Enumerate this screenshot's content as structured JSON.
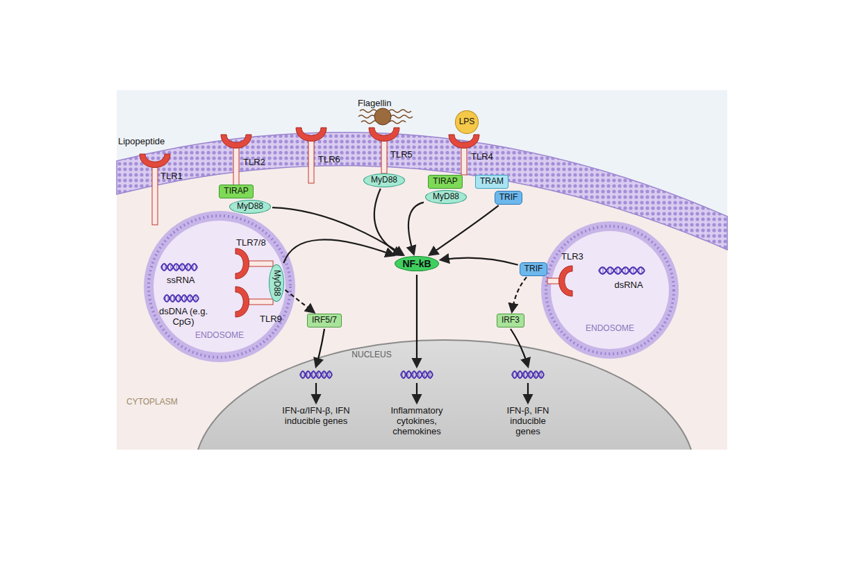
{
  "diagram": {
    "nodes": [
      {
        "text": [
          "LPS"
        ]
      },
      {
        "text": [
          "TIRAP"
        ]
      },
      {
        "text": [
          "MyD88"
        ]
      },
      {
        "text": [
          "MyD88"
        ]
      },
      {
        "text": [
          "TIRAP"
        ]
      },
      {
        "text": [
          "MyD88"
        ]
      },
      {
        "text": [
          "TRAM"
        ]
      },
      {
        "text": [
          "TRIF"
        ]
      },
      {
        "text": [
          "MyD88"
        ]
      },
      {
        "text": [
          "NF-kB"
        ]
      },
      {
        "text": [
          "TRIF"
        ]
      },
      {
        "text": [
          "IRF5/7"
        ]
      },
      {
        "text": [
          "IRF3"
        ]
      }
    ],
    "edges": [
      {
        "from": 2,
        "to": 9,
        "arrow": "to"
      },
      {
        "from": 3,
        "to": 9,
        "arrow": "to"
      },
      {
        "from": 5,
        "to": 9,
        "arrow": "to"
      },
      {
        "from": 7,
        "to": 9,
        "arrow": "to"
      },
      {
        "from": 8,
        "to": 9,
        "arrow": "to"
      },
      {
        "from": 8,
        "to": 11,
        "arrow": "to"
      },
      {
        "from": 10,
        "to": 9,
        "arrow": "to"
      },
      {
        "from": 10,
        "to": 12,
        "arrow": "to"
      }
    ],
    "labels": [
      "Flagellin",
      "Lipopeptide",
      "TLR1",
      "TLR2",
      "TLR6",
      "TLR5",
      "TLR4",
      "TLR7/8",
      "ssRNA",
      "dsDNA (e.g. CpG)",
      "TLR9",
      "TLR3",
      "dsRNA",
      "ENDOSOME",
      "ENDOSOME",
      "NUCLEUS",
      "CYTOPLASM",
      "IFN-α/IFN-β, IFN inducible genes",
      "Inflammatory cytokines, chemokines",
      "IFN-β, IFN inducible genes"
    ]
  }
}
